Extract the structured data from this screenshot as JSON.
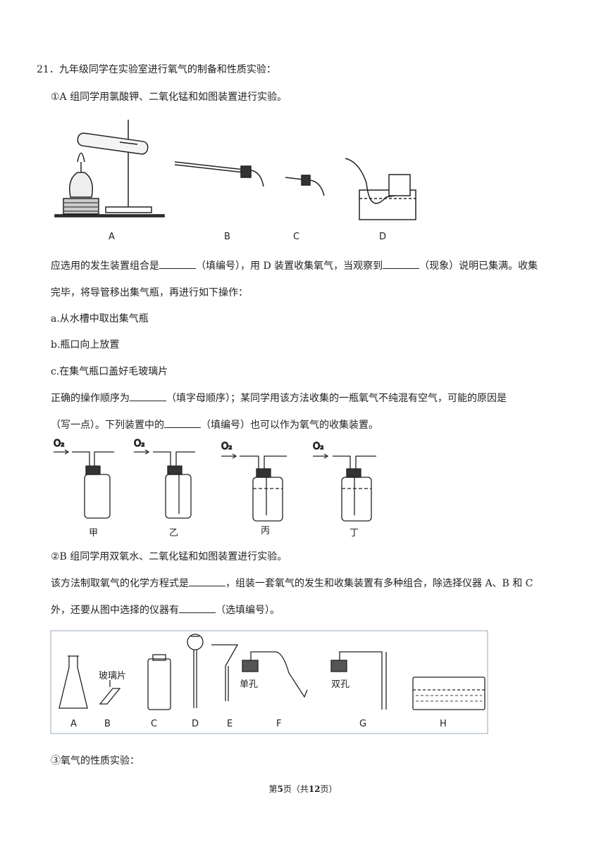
{
  "question": {
    "title": "21．九年级同学在实验室进行氧气的制备和性质实验：",
    "part1_intro": "①A 组同学用氯酸钾、二氧化锰和如图装置进行实验。",
    "fig1_labels": [
      "A",
      "B",
      "C",
      "D"
    ],
    "q1_a": "应选用的发生装置组合是",
    "q1_b": "（填编号），用 D 装置收集氧气，当观察到",
    "q1_c": "（现象）说明已集满。收集",
    "q1_d": "完毕，将导管移出集气瓶，再进行如下操作：",
    "step_a": "a.从水槽中取出集气瓶",
    "step_b": "b.瓶口向上放置",
    "step_c": "c.在集气瓶口盖好毛玻璃片",
    "q2_a": "正确的操作顺序为",
    "q2_b": "（填字母顺序）；某同学用该方法收集的一瓶氧气不纯混有空气，可能的原因是",
    "q2_c": "（写一点）。下列装置中的",
    "q2_d": "（填编号）也可以作为氧气的收集装置。",
    "fig2_gas": "O₂",
    "fig2_labels": [
      "甲",
      "乙",
      "丙",
      "丁"
    ],
    "part2_intro": "②B 组同学用双氧水、二氧化锰和如图装置进行实验。",
    "q3_a": "该方法制取氧气的化学方程式是",
    "q3_b": "，组装一套氧气的发生和收集装置有多种组合，除选择仪器 A、B 和 C",
    "q3_c": "外，还要从图中选择的仪器有",
    "q3_d": "（选填编号）。",
    "fig3_labels": [
      "A",
      "B",
      "C",
      "D",
      "E",
      "F",
      "G",
      "H"
    ],
    "fig3_glass": "玻璃片",
    "fig3_single": "单孔",
    "fig3_double": "双孔",
    "part3_intro": "③氧气的性质实验："
  },
  "footer": {
    "a": "第",
    "page": "5",
    "b": "页（共",
    "total": "12",
    "c": "页）"
  }
}
